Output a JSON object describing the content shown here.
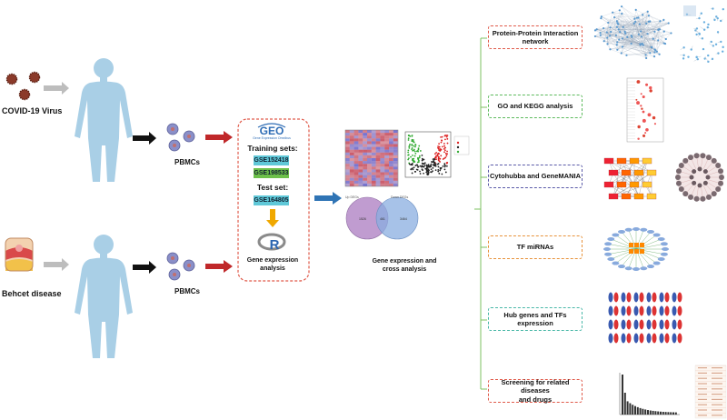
{
  "inputs": {
    "covid_label": "COVID-19 Virus",
    "behcet_label": "Behcet disease",
    "pbmc_top": "PBMCs",
    "pbmc_bottom": "PBMCs"
  },
  "geo_box": {
    "logo_text": "GEO",
    "logo_subtext": "Gene Expression Omnibus",
    "training_label": "Training sets:",
    "training_sets": [
      "GSE152418",
      "GSE198533"
    ],
    "test_label": "Test set:",
    "test_set": "GSE164805",
    "r_logo_text": "R",
    "analysis_label": "Gene expression\nanalysis"
  },
  "results": {
    "cross_label": "Gene expression and\ncross analysis",
    "venn_left_label": "Up DEGs",
    "venn_right_label": "Down DEGs"
  },
  "steps": [
    {
      "label": "Protein-Protein Interaction\nnetwork",
      "color": "#e05a4a"
    },
    {
      "label": "GO and KEGG analysis",
      "color": "#5cba5c"
    },
    {
      "label": "Cytohubba and GeneMANIA",
      "color": "#5a5aa8"
    },
    {
      "label": "TF miRNAs",
      "color": "#e8923a"
    },
    {
      "label": "Hub genes and TFs expression",
      "color": "#4ab8a8"
    },
    {
      "label": "Screening for related diseases\nand drugs",
      "color": "#e05a4a"
    }
  ],
  "colors": {
    "body_silhouette": "#a9cfe6",
    "geo_box_border": "#e05a4a",
    "training_chip_1": "#5fc8d8",
    "training_chip_2": "#6cc04a",
    "test_chip": "#5fc8d8",
    "arrow_red": "#c0282a",
    "arrow_blue": "#2f74b5",
    "arrow_black": "#111111",
    "arrow_gray": "#bdbdbd",
    "arrow_yellow": "#f0a800",
    "bracket_green": "#7cc060"
  }
}
